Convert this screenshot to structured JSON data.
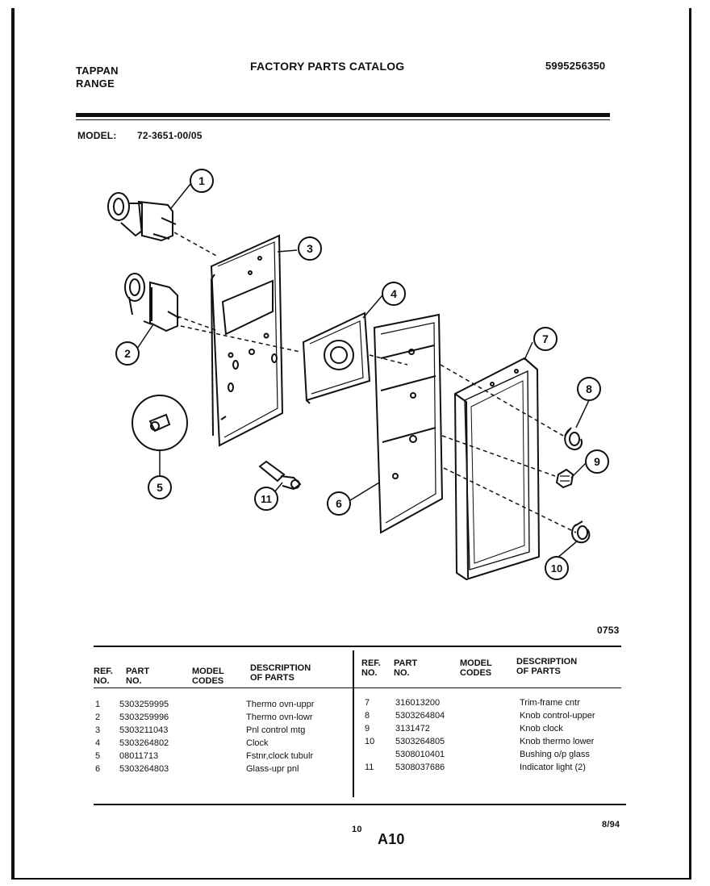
{
  "header": {
    "brand_line1": "TAPPAN",
    "brand_line2": "RANGE",
    "catalog_title": "FACTORY PARTS CATALOG",
    "catalog_number": "5995256350",
    "model_label": "MODEL:",
    "model_value": "72-3651-00/05"
  },
  "diagram": {
    "figure_code": "0753",
    "callouts": [
      "1",
      "2",
      "3",
      "4",
      "5",
      "6",
      "7",
      "8",
      "9",
      "10",
      "11"
    ]
  },
  "table": {
    "headers": {
      "ref": "REF.\nNO.",
      "part": "PART\nNO.",
      "model": "MODEL\nCODES",
      "desc": "DESCRIPTION\nOF PARTS"
    },
    "left_rows": [
      {
        "ref": "1",
        "part": "5303259995",
        "model": "",
        "desc": "Thermo ovn-uppr"
      },
      {
        "ref": "2",
        "part": "5303259996",
        "model": "",
        "desc": "Thermo ovn-lowr"
      },
      {
        "ref": "3",
        "part": "5303211043",
        "model": "",
        "desc": "Pnl control mtg"
      },
      {
        "ref": "4",
        "part": "5303264802",
        "model": "",
        "desc": "Clock"
      },
      {
        "ref": "5",
        "part": "08011713",
        "model": "",
        "desc": "Fstnr,clock tubulr"
      },
      {
        "ref": "6",
        "part": "5303264803",
        "model": "",
        "desc": "Glass-upr pnl"
      }
    ],
    "right_rows": [
      {
        "ref": "7",
        "part": "316013200",
        "model": "",
        "desc": "Trim-frame cntr"
      },
      {
        "ref": "8",
        "part": "5303264804",
        "model": "",
        "desc": "Knob control-upper"
      },
      {
        "ref": "9",
        "part": "3131472",
        "model": "",
        "desc": "Knob clock"
      },
      {
        "ref": "10",
        "part": "5303264805",
        "model": "",
        "desc": "Knob thermo lower"
      },
      {
        "ref": "",
        "part": "5308010401",
        "model": "",
        "desc": "Bushing o/p glass"
      },
      {
        "ref": "11",
        "part": "5308037686",
        "model": "",
        "desc": "Indicator light (2)"
      }
    ]
  },
  "footer": {
    "page_number": "10",
    "page_code": "A10",
    "date": "8/94"
  }
}
